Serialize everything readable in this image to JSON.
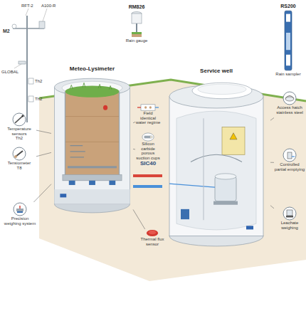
{
  "diagram": {
    "nodes": [
      {
        "text": [
          "Meteo-Lysimeter"
        ]
      },
      {
        "text": [
          "Service well"
        ]
      },
      {
        "text": [
          "Temperature sensors",
          "Th2"
        ]
      },
      {
        "text": [
          "Tensiometer",
          "T8"
        ]
      },
      {
        "text": [
          "Precision weighing system"
        ]
      },
      {
        "text": [
          "RM826",
          "Rain gauge"
        ]
      },
      {
        "text": [
          "Field identical water regime"
        ]
      },
      {
        "text": [
          "Silicon carbide porous suction cups",
          "SIC40"
        ]
      },
      {
        "text": [
          "Thermal flux sensor"
        ]
      },
      {
        "text": [
          "RS200",
          "Rain sampler"
        ]
      },
      {
        "text": [
          "Access hatch stainless steel"
        ]
      },
      {
        "text": [
          "Controlled partial emptying"
        ]
      },
      {
        "text": [
          "Leachate weighing"
        ]
      }
    ],
    "edges": [
      {
        "from": 0,
        "to": 1,
        "arrow": "none"
      },
      {
        "from": 0,
        "to": 1,
        "arrow": "none"
      },
      {
        "from": 2,
        "to": 0,
        "arrow": "none"
      },
      {
        "from": 3,
        "to": 0,
        "arrow": "none"
      },
      {
        "from": 4,
        "to": 0,
        "arrow": "none"
      },
      {
        "from": 6,
        "to": 0,
        "arrow": "none"
      },
      {
        "from": 7,
        "to": 0,
        "arrow": "none"
      },
      {
        "from": 8,
        "to": 0,
        "arrow": "none"
      },
      {
        "from": 10,
        "to": 1,
        "arrow": "none"
      },
      {
        "from": 11,
        "to": 1,
        "arrow": "none"
      },
      {
        "from": 12,
        "to": 1,
        "arrow": "none"
      }
    ],
    "labels": [
      "M2",
      "RFT-2",
      "A100-R",
      "GLOBAL",
      "Th2",
      "Th2"
    ]
  }
}
